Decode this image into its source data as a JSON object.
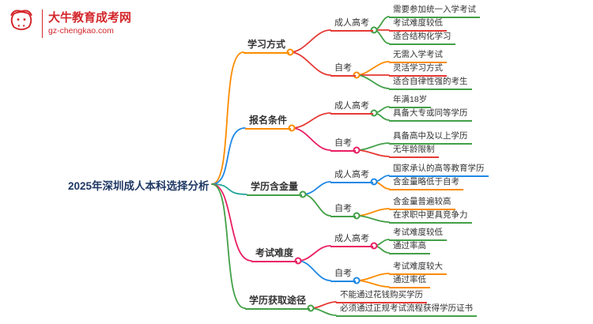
{
  "logo": {
    "title": "大牛教育成考网",
    "url": "gz-chengkao.com"
  },
  "center": {
    "label": "2025年深圳成人本科选择分析"
  },
  "branches": [
    {
      "label": "学习方式",
      "children": [
        {
          "label": "成人高考",
          "leaves": [
            "需要参加统一入学考试",
            "考试难度较低",
            "适合结构化学习"
          ]
        },
        {
          "label": "自考",
          "leaves": [
            "无需入学考试",
            "灵活学习方式",
            "适合自律性强的考生"
          ]
        }
      ]
    },
    {
      "label": "报名条件",
      "children": [
        {
          "label": "成人高考",
          "leaves": [
            "年满18岁",
            "具备大专或同等学历"
          ]
        },
        {
          "label": "自考",
          "leaves": [
            "具备高中及以上学历",
            "无年龄限制"
          ]
        }
      ]
    },
    {
      "label": "学历含金量",
      "children": [
        {
          "label": "成人高考",
          "leaves": [
            "国家承认的高等教育学历",
            "含金量略低于自考"
          ]
        },
        {
          "label": "自考",
          "leaves": [
            "含金量普遍较高",
            "在求职中更具竞争力"
          ]
        }
      ]
    },
    {
      "label": "考试难度",
      "children": [
        {
          "label": "成人高考",
          "leaves": [
            "考试难度较低",
            "通过率高"
          ]
        },
        {
          "label": "自考",
          "leaves": [
            "考试难度较大",
            "通过率低"
          ]
        }
      ]
    },
    {
      "label": "学历获取途径",
      "leaves": [
        "不能通过花钱购买学历",
        "必须通过正规考试流程获得学历证书"
      ]
    }
  ],
  "palette": {
    "red": "#e53935",
    "orange": "#fb8c00",
    "green": "#43a047",
    "blue": "#1e88e5",
    "pink": "#e91e63",
    "navy": "#1f3864",
    "logo_red": "#d3262b"
  }
}
